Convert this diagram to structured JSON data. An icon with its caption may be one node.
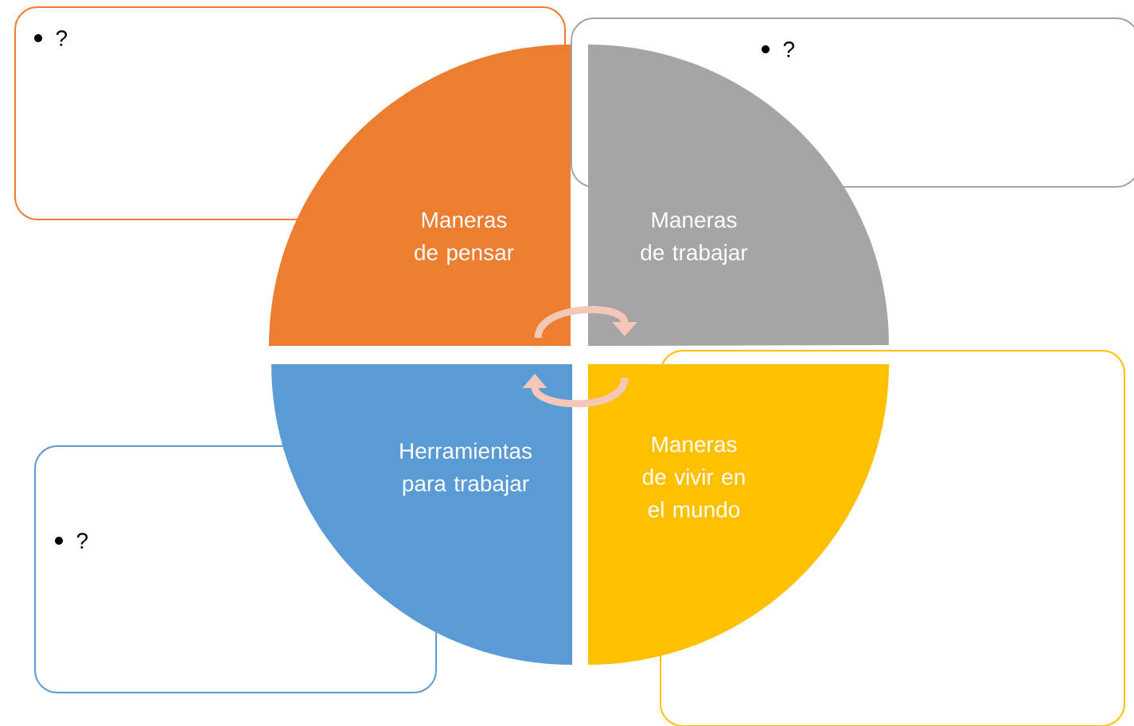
{
  "diagram": {
    "nodes": [
      {
        "text": [
          "?"
        ]
      },
      {
        "text": [
          "?"
        ]
      },
      {
        "text": [
          "Maneras de pensar"
        ]
      },
      {
        "text": [
          "Maneras de trabajar"
        ]
      },
      {
        "text": [
          "Herramientas para trabajar"
        ]
      },
      {
        "text": [
          "Maneras de vivir en el mundo"
        ]
      },
      {
        "text": [
          "?"
        ]
      },
      {
        "text": [],
        "shape": "box"
      }
    ],
    "edges": [
      {
        "from": 2,
        "to": 3,
        "arrow": "to"
      },
      {
        "from": 5,
        "to": 4,
        "arrow": "to"
      }
    ]
  }
}
